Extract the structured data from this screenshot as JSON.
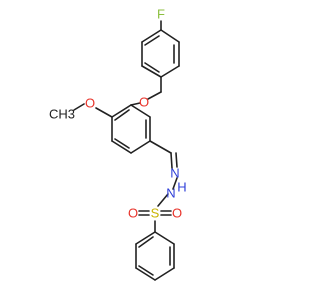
{
  "colors": {
    "bond": "#222222",
    "carbon_text": "#222222",
    "fluorine": "#8cbf3f",
    "oxygen": "#e8332a",
    "nitrogen": "#2f3fd8",
    "sulfur": "#c8b400",
    "background": "#ffffff"
  },
  "atoms": {
    "fluorine": "F",
    "ether_oxygen": "O",
    "methoxy_oxygen": "O",
    "methyl_group": "CH3",
    "imine_nitrogen": "N",
    "amine_n": "N",
    "amine_h": "H",
    "sulfonyl_s": "S",
    "sulfonyl_o_left": "O",
    "sulfonyl_o_right": "O"
  }
}
